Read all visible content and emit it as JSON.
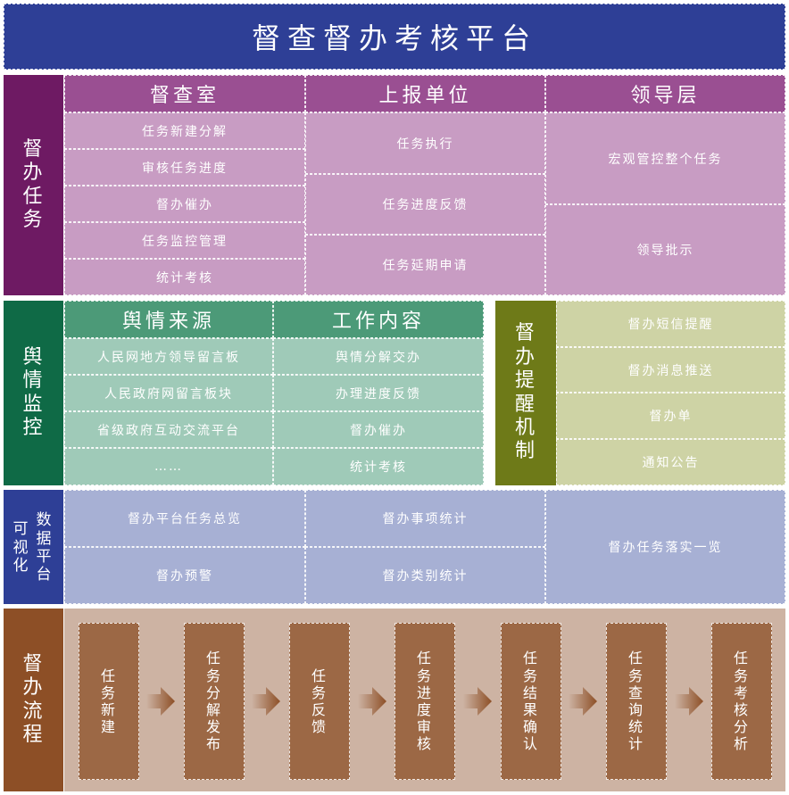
{
  "header": {
    "title": "督查督办考核平台"
  },
  "task_section": {
    "side_label": "督办任务",
    "columns": [
      {
        "header": "督查室",
        "items": [
          "任务新建分解",
          "审核任务进度",
          "督办催办",
          "任务监控管理",
          "统计考核"
        ]
      },
      {
        "header": "上报单位",
        "items": [
          "任务执行",
          "任务进度反馈",
          "任务延期申请"
        ]
      },
      {
        "header": "领导层",
        "items": [
          "宏观管控整个任务",
          "领导批示"
        ]
      }
    ]
  },
  "opinion_section": {
    "side_label": "舆情监控",
    "columns": [
      {
        "header": "舆情来源",
        "items": [
          "人民网地方领导留言板",
          "人民政府网留言板块",
          "省级政府互动交流平台",
          "……"
        ]
      },
      {
        "header": "工作内容",
        "items": [
          "舆情分解交办",
          "办理进度反馈",
          "督办催办",
          "统计考核"
        ]
      }
    ]
  },
  "reminder_section": {
    "side_label": "督办提醒机制",
    "items": [
      "督办短信提醒",
      "督办消息推送",
      "督办单",
      "通知公告"
    ]
  },
  "visual_section": {
    "side_label_left": "可视化",
    "side_label_right": "数据平台",
    "items": [
      "督办平台任务总览",
      "督办事项统计",
      "督办任务落实一览",
      "督办预警",
      "督办类别统计"
    ]
  },
  "flow_section": {
    "side_label": "督办流程",
    "steps": [
      "任务新建",
      "任务分解发布",
      "任务反馈",
      "任务进度审核",
      "任务结果确认",
      "任务查询统计",
      "任务考核分析"
    ]
  },
  "colors": {
    "header": "#2e3f96",
    "task_side": "#6e1a63",
    "opinion_side": "#0f6a46",
    "reminder_side": "#6e7a18",
    "visual_side": "#2e3f96",
    "flow_side": "#8d4f26"
  },
  "icons": {
    "flow_arrow": "arrow-right-icon"
  }
}
